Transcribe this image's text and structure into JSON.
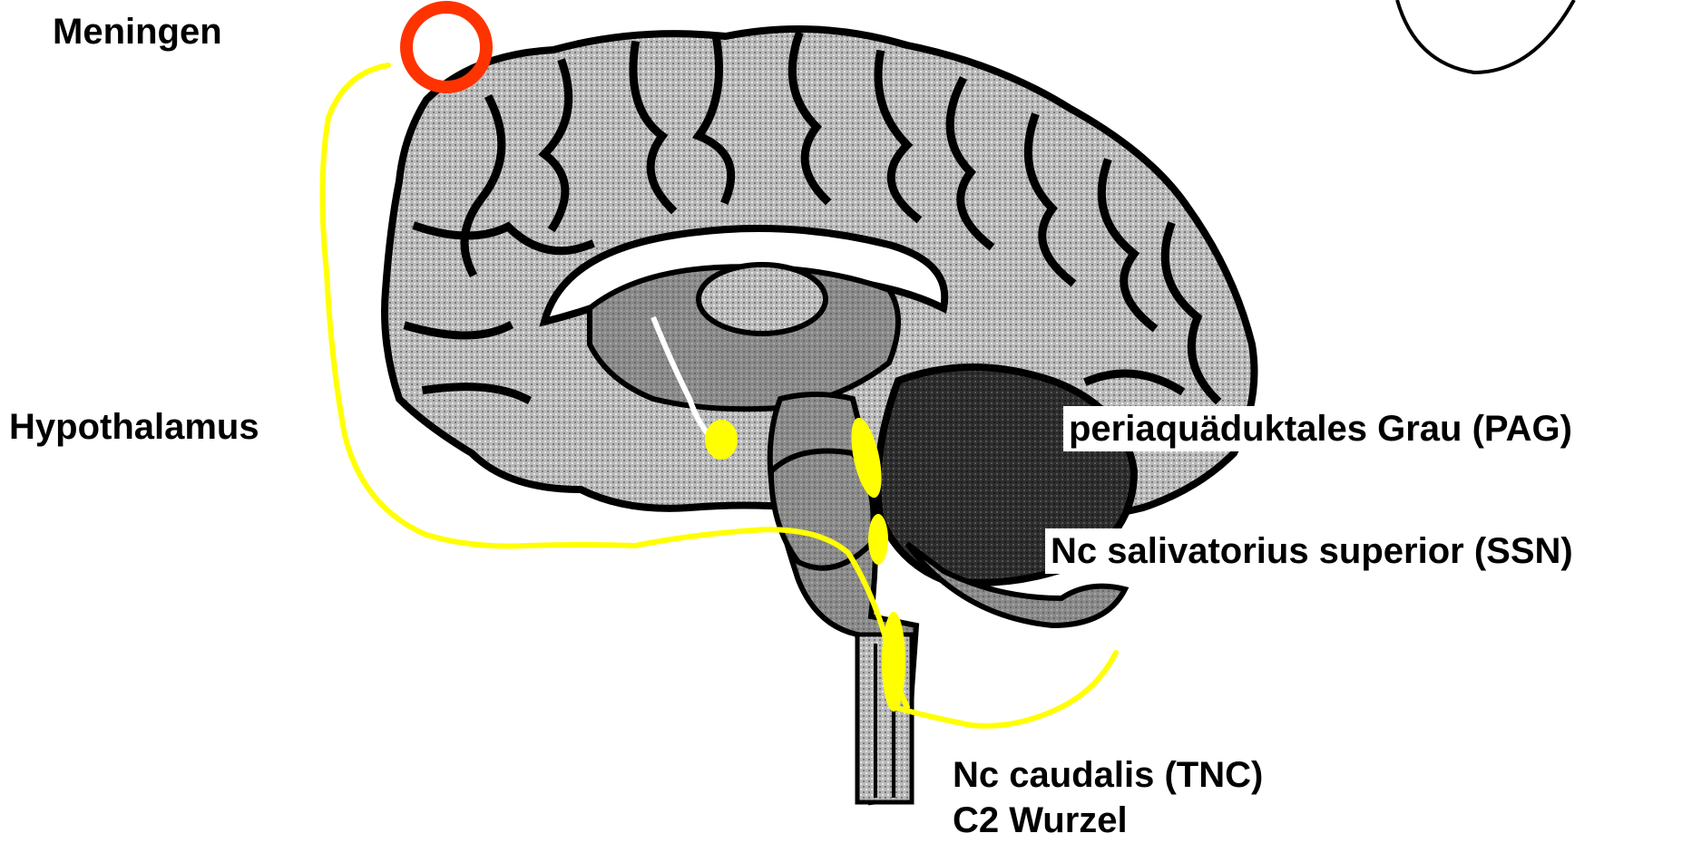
{
  "diagram": {
    "labels": {
      "meningen": "Meningen",
      "hypothalamus": "Hypothalamus",
      "pag": "periaquäduktales Grau (PAG)",
      "ssn": "Nc salivatorius superior (SSN)",
      "tnc": "Nc caudalis (TNC)",
      "c2": "C2 Wurzel"
    },
    "colors": {
      "pathway": "#ffff00",
      "meningen_marker": "#ff3300",
      "brain_dark": "#000000",
      "brain_mid": "#8c8c8c",
      "brain_light": "#c8c8c8",
      "brain_deep": "#3a3a3a"
    }
  }
}
